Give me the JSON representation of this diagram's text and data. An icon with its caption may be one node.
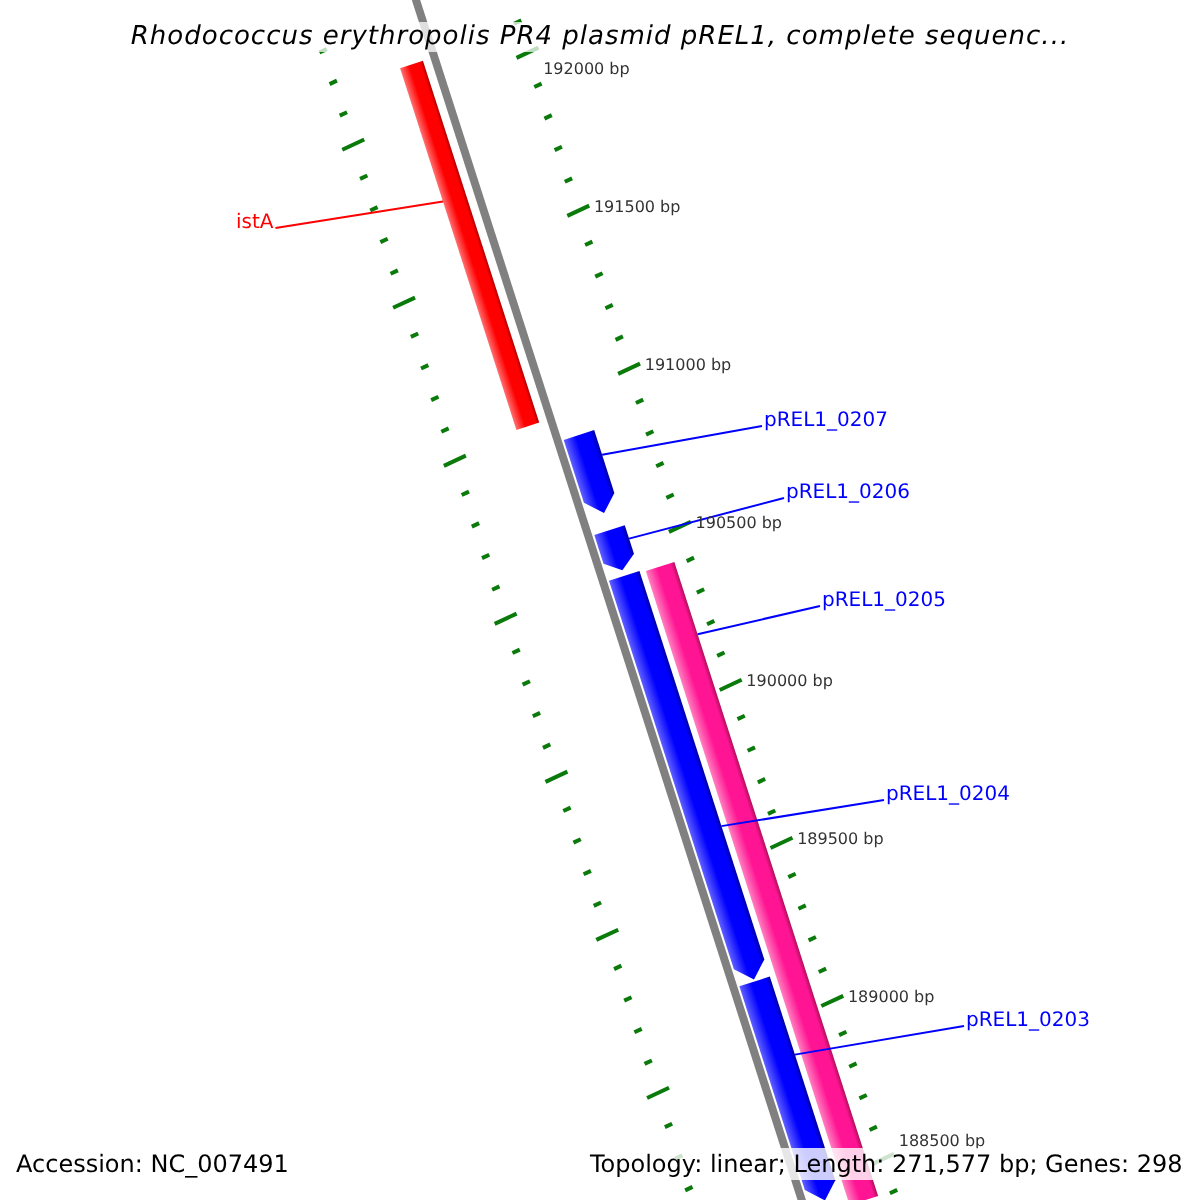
{
  "diagram": {
    "title": "Rhodococcus erythropolis PR4 plasmid pREL1, complete sequenc...",
    "nodes": [
      {
        "text": [
          "istA"
        ]
      },
      {
        "text": [],
        "shape": "bar"
      },
      {
        "text": [
          "pREL1_0207"
        ]
      },
      {
        "text": [],
        "shape": "arrow"
      },
      {
        "text": [
          "pREL1_0206"
        ]
      },
      {
        "text": [],
        "shape": "arrow"
      },
      {
        "text": [
          "pREL1_0205"
        ]
      },
      {
        "text": [],
        "shape": "bar"
      },
      {
        "text": [
          "pREL1_0204"
        ]
      },
      {
        "text": [],
        "shape": "arrow"
      },
      {
        "text": [
          "pREL1_0203"
        ]
      },
      {
        "text": [],
        "shape": "arrow"
      }
    ],
    "edges": [
      {
        "from": 0,
        "to": 1,
        "arrow": "none",
        "color": "#ff0000"
      },
      {
        "from": 2,
        "to": 3,
        "arrow": "none"
      },
      {
        "from": 4,
        "to": 5,
        "arrow": "none"
      },
      {
        "from": 6,
        "to": 7,
        "arrow": "none"
      },
      {
        "from": 8,
        "to": 9,
        "arrow": "none"
      },
      {
        "from": 10,
        "to": 11,
        "arrow": "none"
      }
    ],
    "labels": [
      "192000 bp",
      "191500 bp",
      "191000 bp",
      "190500 bp",
      "190000 bp",
      "189500 bp",
      "189000 bp",
      "188500 bp",
      "Accession: NC_007491",
      "Topology: linear; Length: 271,577 bp; Genes: 298"
    ]
  }
}
